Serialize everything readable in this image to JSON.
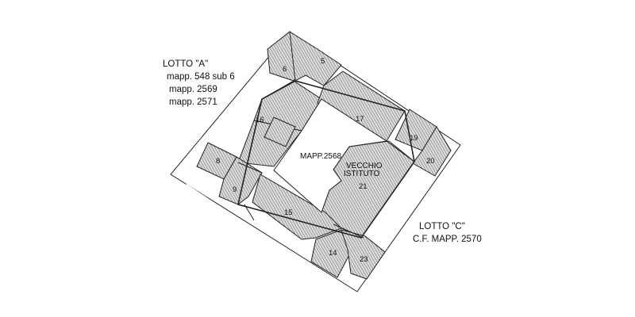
{
  "colors": {
    "line": "#222222",
    "hatch": "#555555",
    "fill": "#dcdcdc",
    "background": "#ffffff"
  },
  "lotto_a": {
    "title": "LOTTO \"A\"",
    "mapp_1": "mapp. 548 sub 6",
    "mapp_2": "mapp. 2569",
    "mapp_3": "mapp. 2571"
  },
  "lotto_c": {
    "title": "LOTTO \"C\"",
    "line_2": "C.F.   MAPP. 2570"
  },
  "courtyard": {
    "label": "MAPP.2568"
  },
  "building": {
    "line_1": "VECCHIO",
    "line_2": "ISTITUTO"
  },
  "units": {
    "u5": "5",
    "u6": "6",
    "u8": "8",
    "u9": "9",
    "u14": "14",
    "u15": "15",
    "u16": "16",
    "u17": "17",
    "u19": "19",
    "u20": "20",
    "u21": "21",
    "u23": "23"
  }
}
